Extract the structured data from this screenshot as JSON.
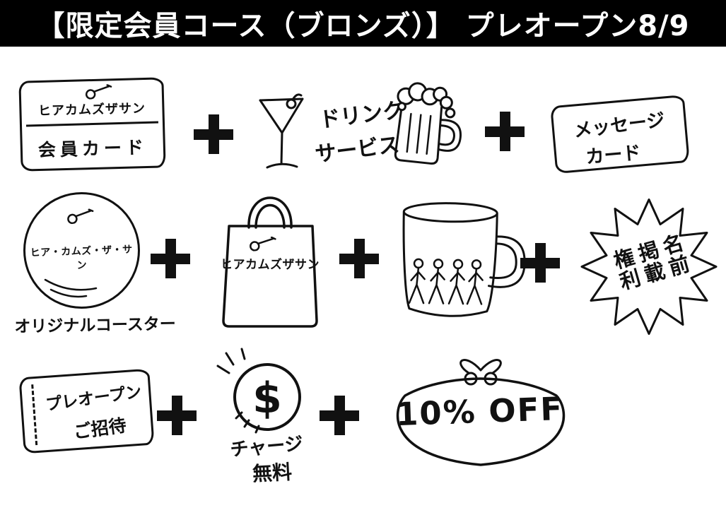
{
  "banner": {
    "title": "【限定会員コース（ブロンズ）】 プレオープン8/9"
  },
  "member_card": {
    "brand": "ヒアカムズザサン",
    "label": "会員カード"
  },
  "drink_service": {
    "line1": "ドリンク",
    "line2": "サービス"
  },
  "message_card": {
    "line1": "メッセージ",
    "line2": "カード"
  },
  "coaster": {
    "disc_label": "ヒア・カムズ・ザ・サン",
    "caption": "オリジナルコースター"
  },
  "tote_bag": {
    "brand": "ヒアカムズザサン"
  },
  "name_listing": {
    "label": "名前掲載権利"
  },
  "preopen_ticket": {
    "line1": "プレオープン",
    "line2": "ご招待"
  },
  "charge_free": {
    "currency": "$",
    "line1": "チャージ",
    "line2": "無料"
  },
  "discount": {
    "label": "10% OFF"
  },
  "colors": {
    "ink": "#111111",
    "banner_bg": "#000000",
    "banner_fg": "#ffffff",
    "paper": "#ffffff"
  }
}
